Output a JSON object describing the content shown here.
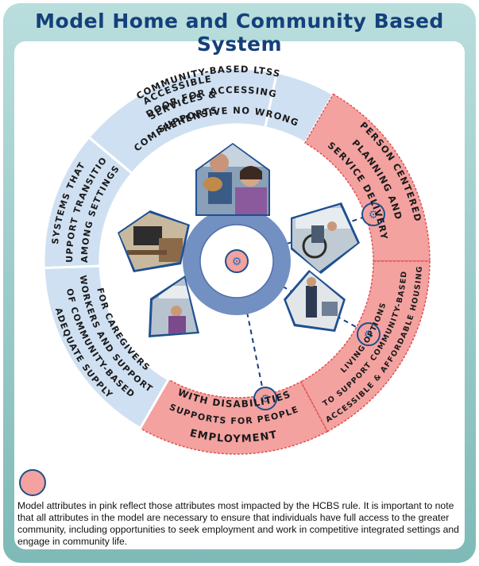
{
  "title": "Model Home and Community Based System",
  "segments": [
    {
      "id": "comprehensive",
      "lines": [
        "COMPREHENSIVE NO WRONG",
        "DOOR FOR ACCESSING",
        "COMMUNITY-BASED LTSS"
      ],
      "highlight": false
    },
    {
      "id": "person_centered",
      "lines": [
        "PERSON CENTERED",
        "PLANNING AND",
        "SERVICE DELIVERY"
      ],
      "highlight": true
    },
    {
      "id": "housing",
      "lines": [
        "ACCESSIBLE & AFFORDABLE HOUSING",
        "TO SUPPORT COMMUNITY-BASED",
        "LIVING OPTIONS"
      ],
      "highlight": true
    },
    {
      "id": "employment",
      "lines": [
        "EMPLOYMENT",
        "SUPPORTS FOR PEOPLE",
        "WITH DISABILITIES"
      ],
      "highlight": true
    },
    {
      "id": "workforce",
      "lines": [
        "ADEQUATE SUPPLY",
        "OF COMMUNITY-BASED",
        "WORKERS AND SUPPORT",
        "FOR CAREGIVERS"
      ],
      "highlight": false
    },
    {
      "id": "systems",
      "lines": [
        "SYSTEMS THAT",
        "SUPPORT TRANSITION",
        "AMONG SETTINGS"
      ],
      "highlight": false
    },
    {
      "id": "accessible",
      "lines": [
        "ACCESSIBLE",
        "SERVICES &",
        "SUPPORTS"
      ],
      "highlight": false
    }
  ],
  "caption": "Model attributes in pink reflect those attributes most impacted by the HCBS rule.  It is important to note that all attributes in the model are necessary to ensure that individuals have full access to the greater community, including opportunities to seek employment and work in competitive integrated settings and engage in community life.",
  "colors": {
    "blue_segment": "#cfe0f2",
    "pink_segment": "#f3a2a0",
    "ring": "#6f8fc1",
    "title": "#14407a",
    "frame": "#9ccbc9"
  },
  "icons": [
    "gear-icon",
    "photo-couple",
    "photo-wheelchair",
    "photo-office",
    "photo-caregiver",
    "photo-classroom"
  ]
}
